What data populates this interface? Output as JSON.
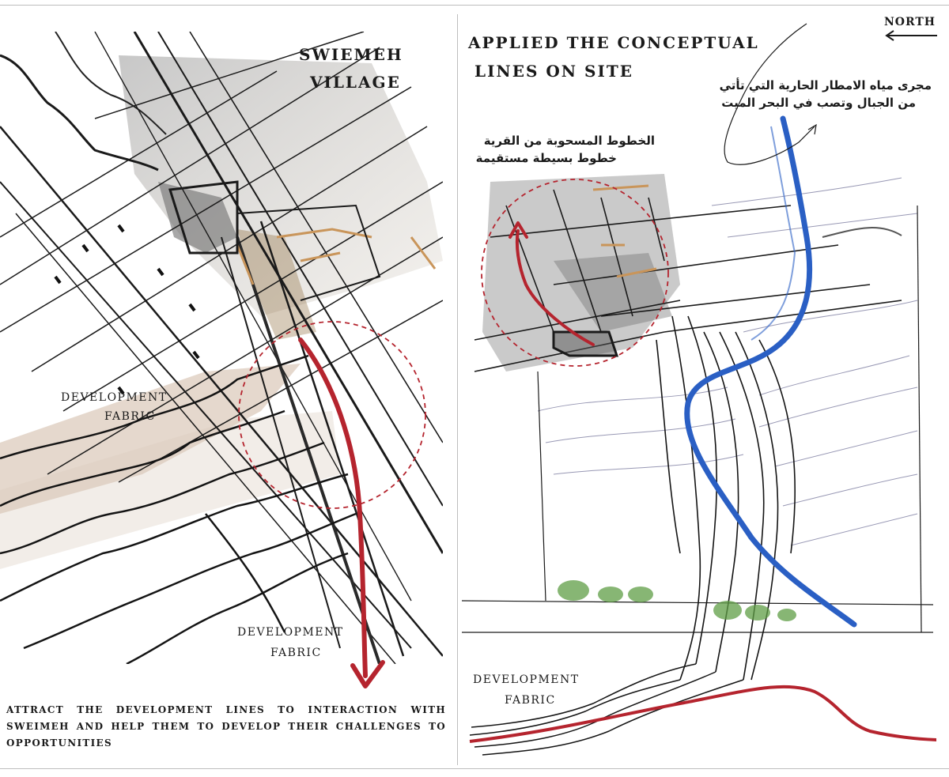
{
  "left_panel": {
    "title_line1": "SWIEMEH",
    "title_line2": "VILLAGE",
    "label_fabric_1_line1": "DEVELOPMENT",
    "label_fabric_1_line2": "FABRIC",
    "label_fabric_2_line1": "DEVELOPMENT",
    "label_fabric_2_line2": "FABRIC",
    "caption": "ATTRACT THE DEVELOPMENT LINES TO INTERACTION WITH SWEIMEH AND HELP THEM TO DEVELOP THEIR CHALLENGES TO OPPORTUNITIES"
  },
  "right_panel": {
    "title_line1": "APPLIED THE CONCEPTUAL",
    "title_line2": "LINES ON SITE",
    "north_label": "NORTH",
    "arabic_note_1_line1": "مجرى مياه الامطار الحارية التي تأتي",
    "arabic_note_1_line2": "من الجبال وتصب في البحر الميت",
    "arabic_note_2_line1": "الخطوط المسحوبة من القرية",
    "arabic_note_2_line2": "خطوط بسيطة مستقيمة",
    "label_fabric_line1": "DEVELOPMENT",
    "label_fabric_line2": "FABRIC"
  },
  "colors": {
    "accent_red": "#b5242e",
    "river_blue": "#2a5fc4",
    "ink": "#1a1a1a",
    "wash_gray": "#8a8a8a",
    "wash_ochre": "#c9955a",
    "green_shrub": "#5f9e45"
  }
}
